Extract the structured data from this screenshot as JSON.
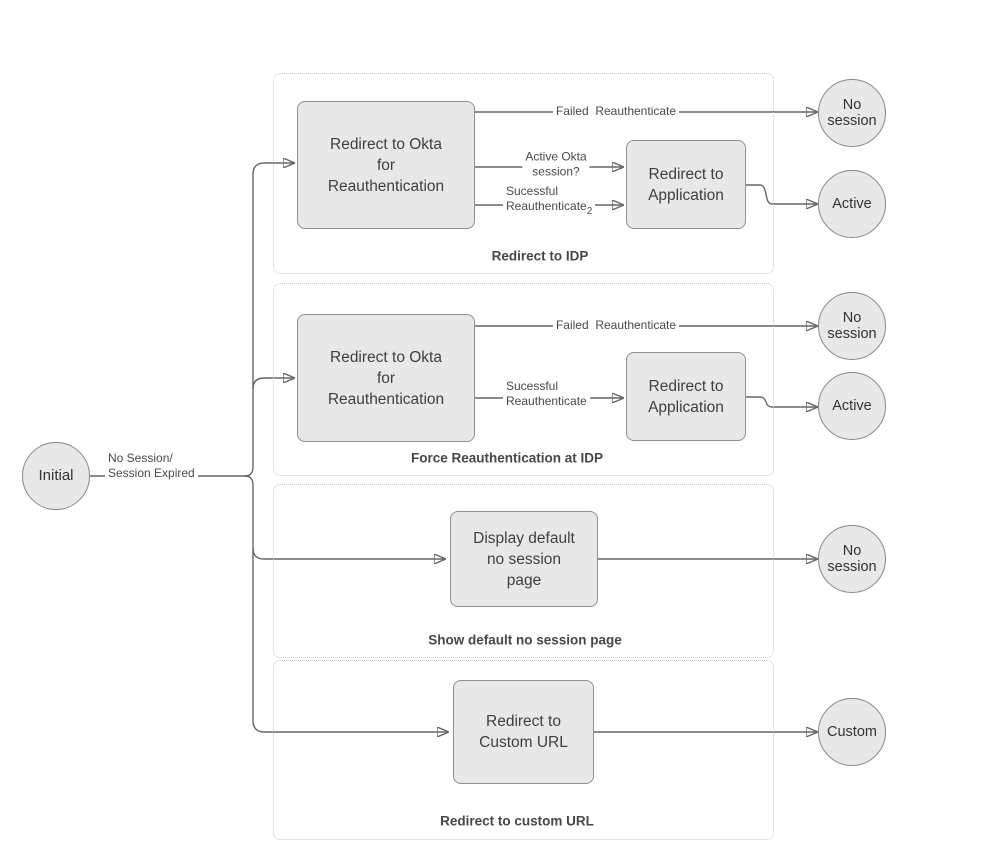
{
  "colors": {
    "node_fill": "#e8e8e8",
    "node_border": "#8f8f8f",
    "edge": "#666666",
    "group_border": "#c9c9c9",
    "text": "#3f3f3f"
  },
  "start": {
    "label": "Initial",
    "edge_label": "No Session/\nSession Expired"
  },
  "groups": [
    {
      "caption": "Redirect to IDP",
      "nodes": [
        {
          "label": "Redirect to Okta\nfor\nReauthentication"
        },
        {
          "label": "Redirect to\nApplication"
        }
      ],
      "labels": {
        "failed": "Failed  Reauthenticate",
        "active_session": "Active Okta\nsession?",
        "success": "Sucessful\nReauthenticate",
        "success_sub": "2"
      },
      "terminals": [
        {
          "label": "No\nsession"
        },
        {
          "label": "Active"
        }
      ]
    },
    {
      "caption": "Force Reauthentication at IDP",
      "nodes": [
        {
          "label": "Redirect to Okta\nfor\nReauthentication"
        },
        {
          "label": "Redirect to\nApplication"
        }
      ],
      "labels": {
        "failed": "Failed  Reauthenticate",
        "success": "Sucessful\nReauthenticate"
      },
      "terminals": [
        {
          "label": "No\nsession"
        },
        {
          "label": "Active"
        }
      ]
    },
    {
      "caption": "Show default no session page",
      "nodes": [
        {
          "label": "Display default\nno session\npage"
        }
      ],
      "terminals": [
        {
          "label": "No\nsession"
        }
      ]
    },
    {
      "caption": "Redirect to custom URL",
      "nodes": [
        {
          "label": "Redirect to\nCustom URL"
        }
      ],
      "terminals": [
        {
          "label": "Custom"
        }
      ]
    }
  ]
}
